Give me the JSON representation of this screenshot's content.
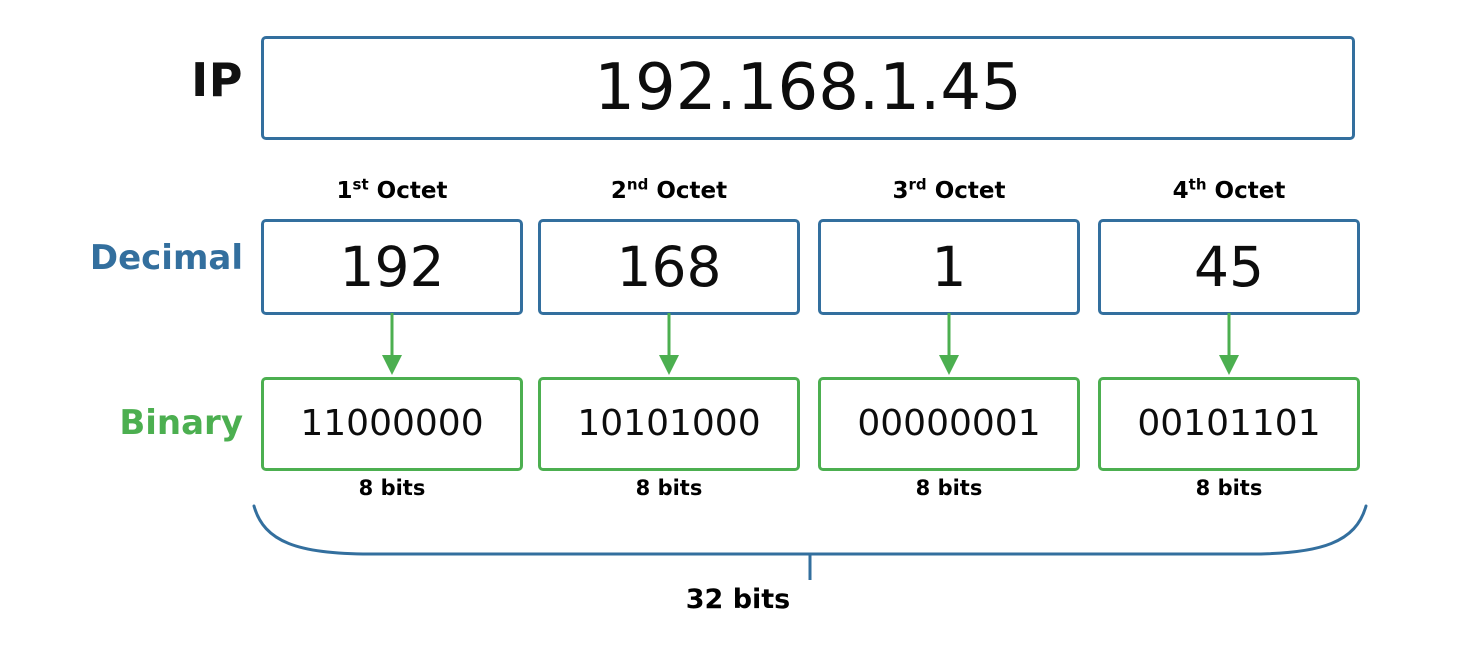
{
  "diagram": {
    "title_row": {
      "label": "IP",
      "value": "192.168.1.45"
    },
    "row_labels": {
      "decimal": "Decimal",
      "binary": "Binary"
    },
    "octets": [
      {
        "ordinal": "1",
        "ordinal_suffix": "st",
        "title_word": "Octet",
        "decimal": "192",
        "binary": "11000000",
        "bits": "8 bits"
      },
      {
        "ordinal": "2",
        "ordinal_suffix": "nd",
        "title_word": "Octet",
        "decimal": "168",
        "binary": "10101000",
        "bits": "8 bits"
      },
      {
        "ordinal": "3",
        "ordinal_suffix": "rd",
        "title_word": "Octet",
        "decimal": "1",
        "binary": "00000001",
        "bits": "8 bits"
      },
      {
        "ordinal": "4",
        "ordinal_suffix": "th",
        "title_word": "Octet",
        "decimal": "45",
        "binary": "00101101",
        "bits": "8 bits"
      }
    ],
    "total_bits": "32 bits",
    "colors": {
      "blue": "#336f9e",
      "green": "#4caf50",
      "text": "#0d0d0d"
    }
  }
}
